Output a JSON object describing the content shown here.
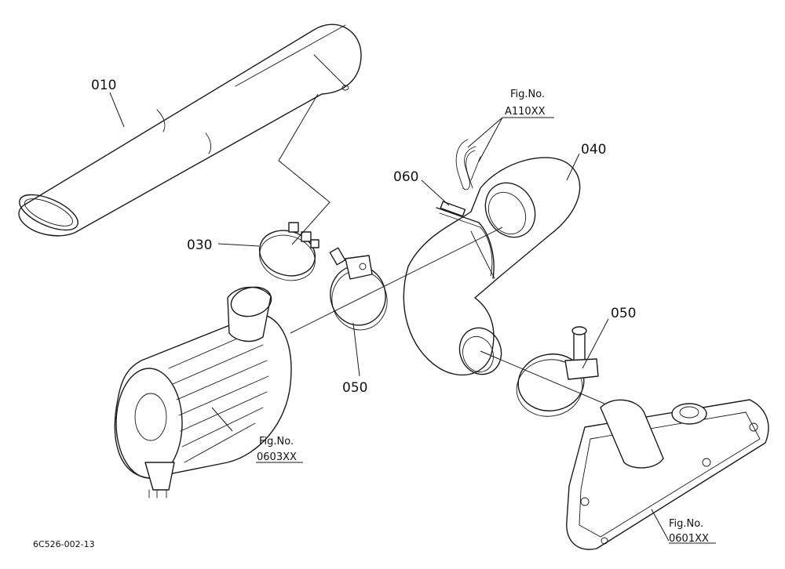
{
  "parts": [
    {
      "id": "p010",
      "number": "010"
    },
    {
      "id": "p030",
      "number": "030"
    },
    {
      "id": "p040",
      "number": "040"
    },
    {
      "id": "p050a",
      "number": "050"
    },
    {
      "id": "p050b",
      "number": "050"
    },
    {
      "id": "p060",
      "number": "060"
    }
  ],
  "references": [
    {
      "id": "ref_a110",
      "line1": "Fig.No.",
      "line2": "A110XX"
    },
    {
      "id": "ref_0603",
      "line1": "Fig.No.",
      "line2": "0603XX"
    },
    {
      "id": "ref_0601",
      "line1": "Fig.No.",
      "line2": "0601XX"
    }
  ],
  "drawing_code": "6C526-002-13"
}
